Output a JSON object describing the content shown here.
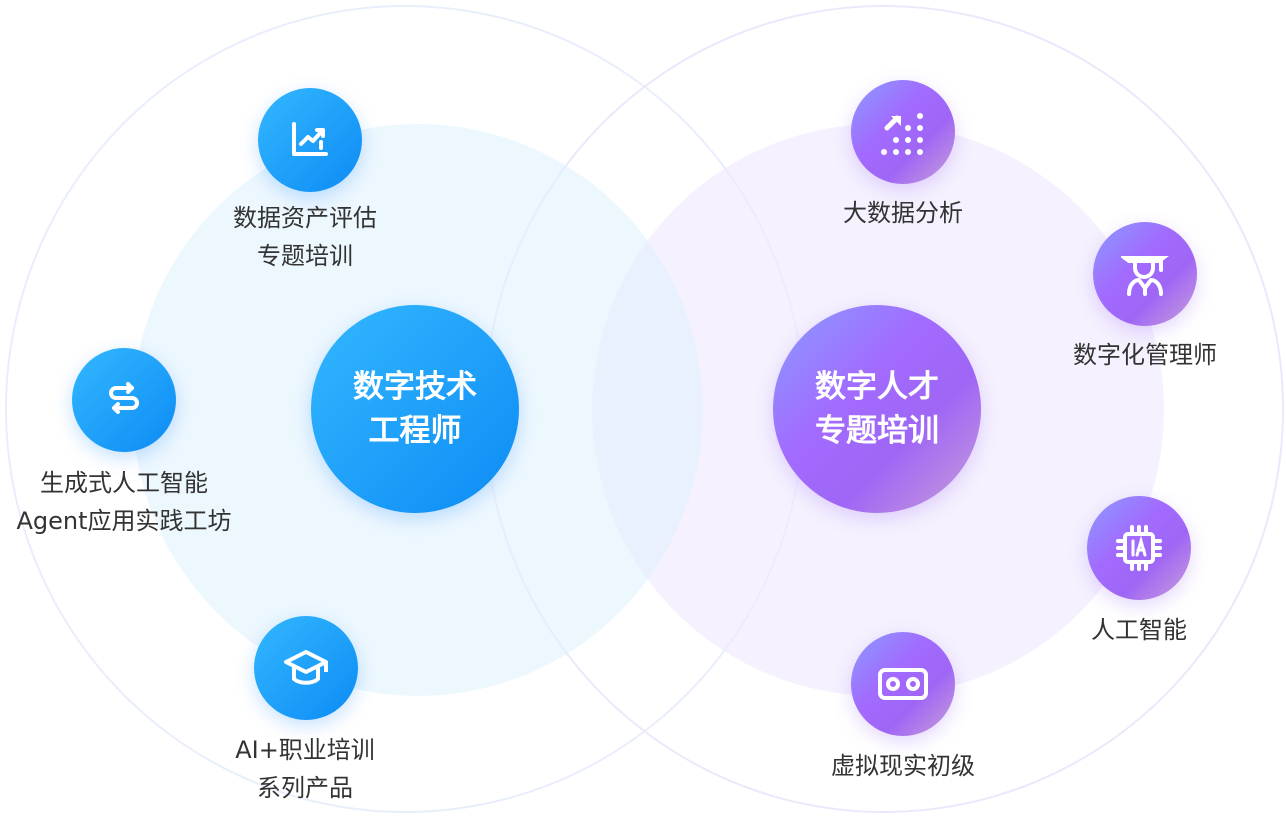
{
  "left_hub": {
    "line1": "数字技术",
    "line2": "工程师"
  },
  "right_hub": {
    "line1": "数字人才",
    "line2": "专题培训"
  },
  "left_items": [
    {
      "icon": "chart-trend-icon",
      "line1": "数据资产评估",
      "line2": "专题培训"
    },
    {
      "icon": "swap-arrows-icon",
      "line1": "生成式人工智能",
      "line2": "Agent应用实践工坊"
    },
    {
      "icon": "graduation-cap-icon",
      "line1": "AI+职业培训",
      "line2": "系列产品"
    }
  ],
  "right_items": [
    {
      "icon": "big-data-icon",
      "label": "大数据分析"
    },
    {
      "icon": "graduate-person-icon",
      "label": "数字化管理师"
    },
    {
      "icon": "ai-chip-icon",
      "label": "人工智能"
    },
    {
      "icon": "vr-headset-icon",
      "label": "虚拟现实初级"
    }
  ],
  "colors": {
    "blue": "#1a9bfa",
    "purple": "#a26bff",
    "text": "#333333"
  }
}
